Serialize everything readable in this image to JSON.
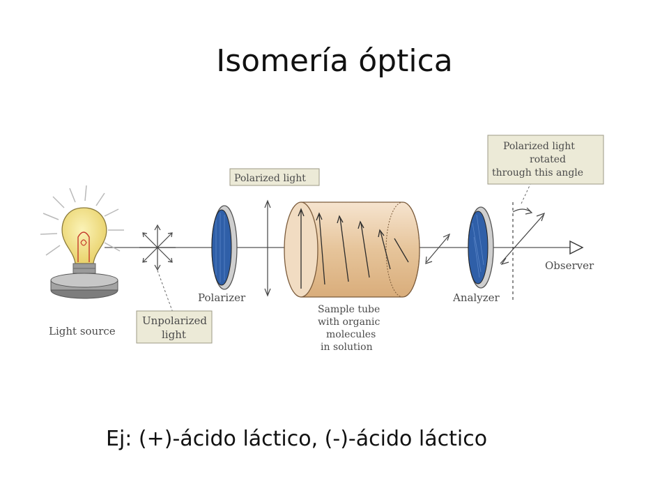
{
  "slide": {
    "title": "Isomería óptica",
    "example": "Ej: (+)-ácido láctico, (-)-ácido láctico"
  },
  "diagram": {
    "labels": {
      "light_source": "Light source",
      "polarizer": "Polarizer",
      "analyzer": "Analyzer",
      "observer": "Observer",
      "sample_tube": [
        "Sample tube",
        "with organic",
        "molecules",
        "in solution"
      ],
      "unpolarized_light": [
        "Unpolarized",
        "light"
      ],
      "polarized_light": "Polarized light",
      "rotated_light": [
        "Polarized light",
        "rotated",
        "through this angle"
      ]
    },
    "colors": {
      "filter_blue": "#2f5fa8",
      "tube_fill": "#e8c9a4",
      "bulb_yellow": "#f3e28a",
      "callout_bg": "#ecead7",
      "optical_axis": "#555555"
    }
  }
}
